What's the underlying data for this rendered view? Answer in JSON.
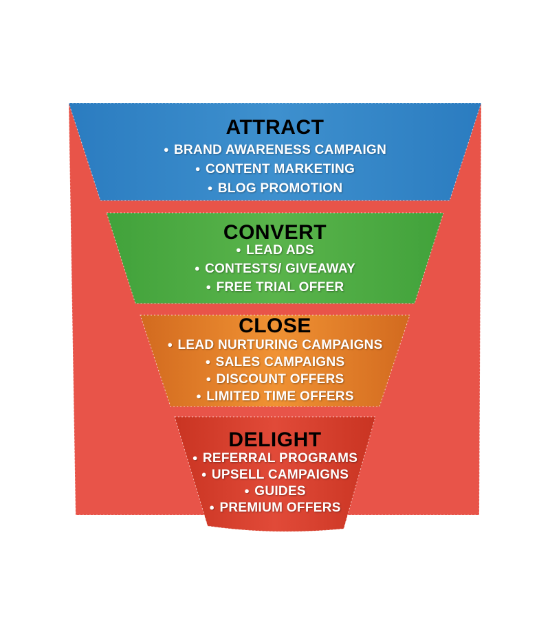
{
  "funnel": {
    "background_color": "#E85449",
    "bullet_icon": "●",
    "title_text_color": "#000000",
    "item_text_color": "#FFFFFF",
    "stages": [
      {
        "title": "ATTRACT",
        "edge_color": "#2B7CC0",
        "center_color": "#3E90CE",
        "items": [
          "BRAND AWARENESS CAMPAIGN",
          "CONTENT MARKETING",
          "BLOG PROMOTION"
        ]
      },
      {
        "title": "CONVERT",
        "edge_color": "#41A23B",
        "center_color": "#5AB44B",
        "items": [
          "LEAD ADS",
          "CONTESTS/ GIVEAWAY",
          "FREE TRIAL OFFER"
        ]
      },
      {
        "title": "CLOSE",
        "edge_color": "#D26A1F",
        "center_color": "#F09233",
        "items": [
          "LEAD NURTURING CAMPAIGNS",
          "SALES CAMPAIGNS",
          "DISCOUNT OFFERS",
          "LIMITED TIME OFFERS"
        ]
      },
      {
        "title": "DELIGHT",
        "edge_color": "#C93422",
        "center_color": "#E14A38",
        "items": [
          "REFERRAL PROGRAMS",
          "UPSELL CAMPAIGNS",
          "GUIDES",
          "PREMIUM OFFERS"
        ]
      }
    ]
  }
}
